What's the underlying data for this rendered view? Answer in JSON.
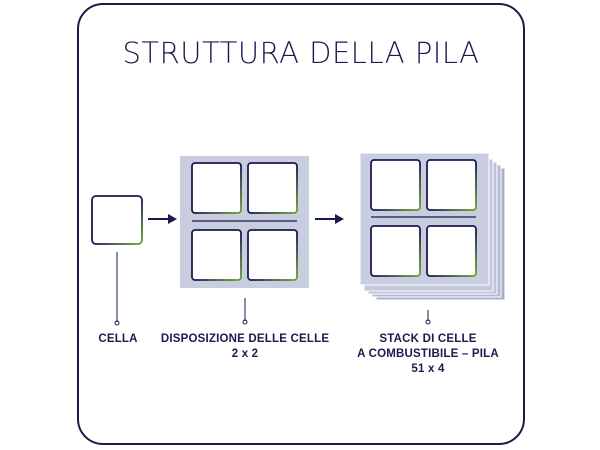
{
  "title": "STRUTTURA DELLA PILA",
  "labels": {
    "cell": "CELLA",
    "arrangement_line1": "DISPOSIZIONE DELLE CELLE",
    "arrangement_line2": "2 x 2",
    "stack_line1": "STACK DI CELLE",
    "stack_line2": "A COMBUSTIBILE – PILA",
    "stack_line3": "51 x 4"
  },
  "colors": {
    "navy": "#1b1a4e",
    "green": "#6aa32b",
    "panel": "#c8cde0",
    "panel_shadow": "#aab0cc"
  }
}
